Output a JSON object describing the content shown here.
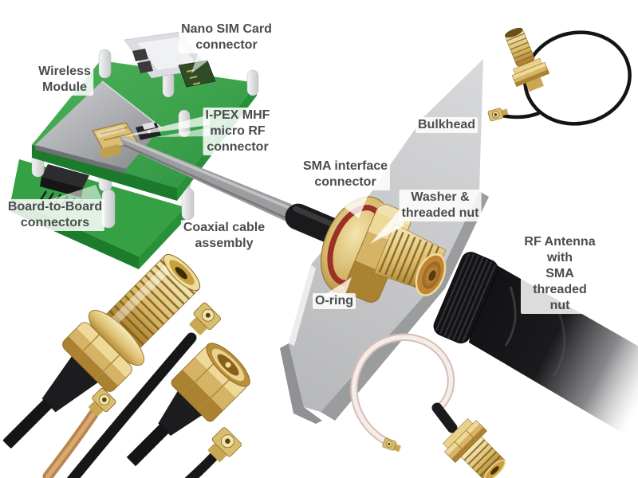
{
  "diagram": {
    "description": "Exploded diagram of a wireless module PCB connected by a coaxial cable assembly through a bulkhead to an RF antenna, with assorted SMA and u.FL connectors",
    "labels": {
      "nano_sim": {
        "text": "Nano SIM Card\nconnector"
      },
      "wireless_module": {
        "text": "Wireless\nModule"
      },
      "ipex_mhf": {
        "text": "I-PEX MHF\nmicro RF\nconnector"
      },
      "bulkhead": {
        "text": "Bulkhead"
      },
      "sma_interface": {
        "text": "SMA interface\nconnector"
      },
      "washer_nut": {
        "text": "Washer &\nthreaded nut"
      },
      "board_to_board": {
        "text": "Board-to-Board\nconnectors"
      },
      "coaxial_cable": {
        "text": "Coaxial cable\nassembly"
      },
      "rf_antenna": {
        "text": "RF Antenna with\nSMA threaded nut"
      },
      "o_ring": {
        "text": "O-ring"
      }
    },
    "colors": {
      "background": "#ffffff",
      "label_text": "#4b4c4e",
      "pcb_green": "#36a045",
      "pcb_green_dark": "#1d7b2d",
      "shield_gray": "#aaabad",
      "panel_gray": "#c7c8ca",
      "gold": "#d5b468",
      "gold_dark": "#a88130",
      "oring_red": "#9d3026",
      "cable_gray": "#9c9d9f",
      "antenna_black": "#161618",
      "coax_tan": "#b9854f",
      "coax_pink": "#f6ede9"
    }
  }
}
